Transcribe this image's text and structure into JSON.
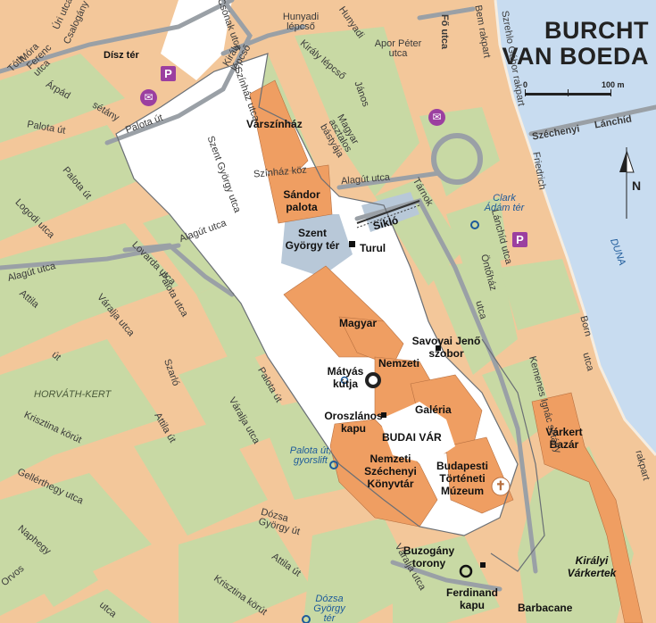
{
  "title_lines": [
    "BURCHT",
    "VAN BOEDA"
  ],
  "scale": {
    "start": "0",
    "end": "100 m"
  },
  "compass": "N",
  "colors": {
    "water": "#c8dcf0",
    "park": "#c8d9a4",
    "buildings": "#ef9e62",
    "plaza": "#b8c8d8",
    "streets": "#f3c79a",
    "poi": "#9b3fa0"
  },
  "landmarks": {
    "varszinhaz": "Várszínház",
    "sandor_palota": "Sándor palota",
    "szent_gyorgy_ter": "Szent György tér",
    "turul": "Turul",
    "siklo": "Sikló",
    "magyar": "Magyar",
    "nemzeti": "Nemzeti",
    "galeria": "Galéria",
    "budai_var": "BUDAI VÁR",
    "savoyai": "Savoyai Jenő szobor",
    "matyas_kutja": "Mátyás kútja",
    "oroszlanos_kapu": "Oroszlános kapu",
    "konyvtar": "Nemzeti Széchenyi Könyvtár",
    "tortenet_muzeum": "Budapesti Történeti Múzeum",
    "varkert_bazar": "Várkert Bazár",
    "buzogany": "Buzogány torony",
    "ferdinand": "Ferdinand kapu",
    "barbacane": "Barbacane",
    "kiralyi_varkertek": "Királyi Várkertek",
    "disz_ter": "Dísz tér"
  },
  "blue_labels": {
    "clark": "Clark Ádám tér",
    "duna": "DUNA",
    "palota_gyorslift": "Palota út, gyorslift",
    "dozsa": "Dózsa György tér"
  },
  "italic_labels": {
    "horvath_kert": "HORVÁTH-KERT"
  },
  "streets": {
    "uri_utca": "Úri utca",
    "mora": "Móra Ferenc utca",
    "toth": "Tóth",
    "arpad": "Árpád",
    "setany": "sétány",
    "palota_ut_1": "Palota út",
    "palota_ut_2": "Palota út",
    "csonak": "Csónak utca",
    "kiraly_lepcso_1": "Király lépcső",
    "hunyadi_lepcso": "Hunyadi lépcső",
    "kiraly_lepcso_2": "Király lépcső",
    "hunyadi": "Hunyadi",
    "apor": "Apor Péter utca",
    "fo_utca": "Fő utca",
    "szrehlo": "Szrehlo Gábor rakpart",
    "bem": "Bem rakpart",
    "janos": "János",
    "magyar_aszt": "Magyar asztalos bástyája",
    "szinhaz_utca": "Színház utca",
    "szinhaz_koz": "Színház köz",
    "szent_gyorgy_utca": "Szent György utca",
    "alagut_1": "Alagút utca",
    "alagut_2": "Alagút utca",
    "alagut_3": "Alagút utca",
    "palota_ut_3": "Palota út",
    "logodi": "Logodi utca",
    "lovarda": "Lovarda utca",
    "palota_utca": "Palota utca",
    "attila": "Attila",
    "ut_1": "út",
    "varalja_1": "Váralja utca",
    "szarlo": "Szarló",
    "krisztina": "Krisztina körút",
    "attila_ut": "Attila út",
    "gellerthegy": "Gellérthegy utca",
    "naphegy": "Naphegy",
    "orvos": "Orvos",
    "utca_1": "utca",
    "varalja_2": "Váralja utca",
    "palota_ut_4": "Palota út",
    "dozsa_utca": "Dózsa György út",
    "attila_ut_2": "Attila út",
    "krisztina_2": "Krisztina körút",
    "varalja_3": "Váralja utca",
    "szechenyi": "Széchenyi",
    "lanchid": "Lánchíd",
    "friedrich": "Friedrich",
    "lanchid_utca": "Lánchíd utca",
    "ontohaz": "Öntőház",
    "utca_2": "utca",
    "born": "Born",
    "utca_3": "utca",
    "rakpart": "rakpart",
    "kemenes": "Kemenes Ignác sétány",
    "csalogany": "Csalogány",
    "tarnok": "Tárnok"
  },
  "icons": {
    "parking": "P",
    "post": "✉",
    "cross": "✝"
  }
}
